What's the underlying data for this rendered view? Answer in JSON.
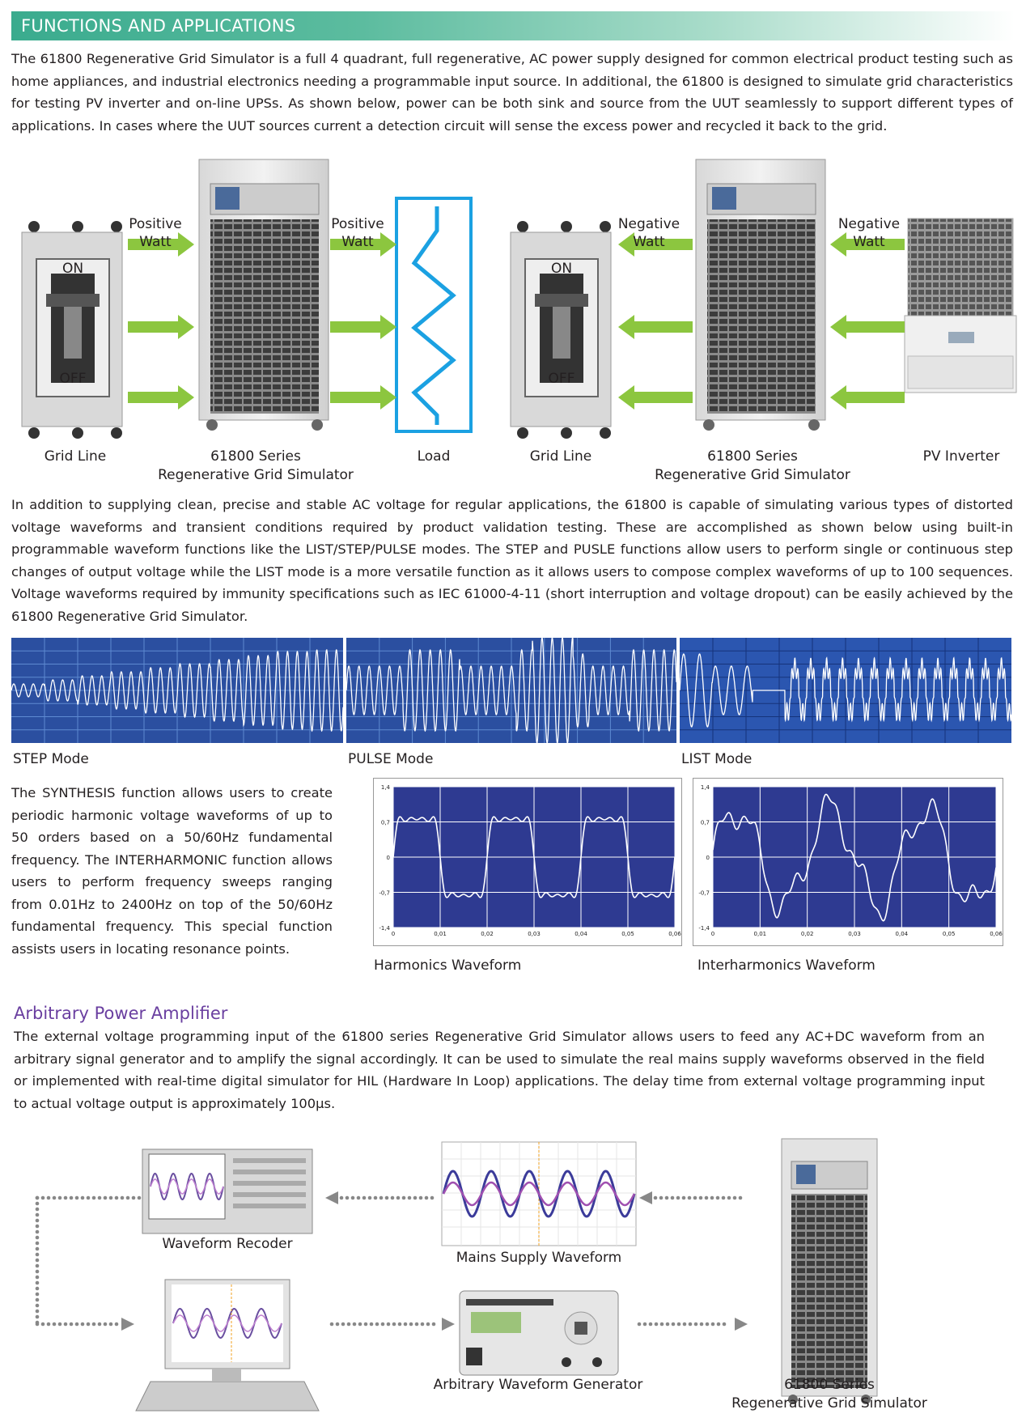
{
  "header": {
    "title": "FUNCTIONS AND APPLICATIONS"
  },
  "intro": {
    "text": "The 61800 Regenerative Grid Simulator is a full 4 quadrant, full regenerative, AC power supply designed for common electrical product testing such as home appliances, and industrial electronics needing a programmable input source.  In additional, the 61800 is designed to simulate grid characteristics for testing PV inverter and on-line UPSs.  As shown below, power can be both sink and source from the UUT seamlessly to support different types of applications.  In cases where the  UUT sources current a detection circuit will sense the excess power and recycled it back to the grid."
  },
  "diagram1": {
    "switch_on": "ON",
    "switch_off": "OFF",
    "pos_watt_1": "Positive\nWatt",
    "pos_watt_2": "Positive\nWatt",
    "neg_watt_1": "Negative\nWatt",
    "neg_watt_2": "Negative\nWatt",
    "cap_grid_1": "Grid Line",
    "cap_sim_1_a": "61800 Series",
    "cap_sim_1_b": "Regenerative Grid Simulator",
    "cap_load": "Load",
    "cap_grid_2": "Grid Line",
    "cap_sim_2_a": "61800 Series",
    "cap_sim_2_b": "Regenerative Grid Simulator",
    "cap_pv": "PV Inverter",
    "colors": {
      "arrow": "#8cc63f",
      "load": "#1ba1e2",
      "switch": "#555555"
    }
  },
  "para2": {
    "text": "In addition to supplying clean, precise and stable AC voltage for regular applications, the 61800 is capable of simulating various types of distorted voltage waveforms and transient conditions required by product validation testing.  These are accomplished as shown below using built-in programmable waveform functions like the LIST/STEP/PULSE modes. The STEP and PUSLE functions allow users to perform single or continuous step changes of output voltage while the LIST mode is a more versatile function as it allows users to compose complex waveforms of up to 100 sequences. Voltage waveforms required by immunity specifications such as IEC 61000-4-11 (short interruption and voltage dropout) can be easily achieved by the 61800 Regenerative Grid Simulator."
  },
  "modes": {
    "step": "STEP Mode",
    "pulse": "PULSE Mode",
    "list": "LIST Mode"
  },
  "synthesis": {
    "text": "The SYNTHESIS function allows users to create periodic harmonic voltage waveforms of up to 50 orders based on a 50/60Hz fundamental frequency. The INTERHARMONIC function allows users to perform frequency sweeps ranging from 0.01Hz to 2400Hz on top of the 50/60Hz fundamental frequency.  This special function  assists users in locating resonance points."
  },
  "chart_data": [
    {
      "type": "line",
      "title": "",
      "caption": "Harmonics Waveform",
      "y_ticks": [
        "1,4",
        "0,7",
        "0",
        "-0,7",
        "-1,4"
      ],
      "x_ticks": [
        "0",
        "0,01",
        "0,02",
        "0,03",
        "0,04",
        "0,05",
        "0,06"
      ],
      "xlim": [
        0,
        0.06
      ],
      "ylim": [
        -1.4,
        1.4
      ],
      "grid": true
    },
    {
      "type": "line",
      "title": "",
      "caption": "Interharmonics Waveform",
      "y_ticks": [
        "1,4",
        "0,7",
        "0",
        "-0,7",
        "-1,4"
      ],
      "x_ticks": [
        "0",
        "0,01",
        "0,02",
        "0,03",
        "0,04",
        "0,05",
        "0,06"
      ],
      "xlim": [
        0,
        0.06
      ],
      "ylim": [
        -1.4,
        1.4
      ],
      "grid": true
    }
  ],
  "apa": {
    "title": "Arbitrary Power Amplifier",
    "text": "The external voltage programming input of the 61800 series Regenerative Grid Simulator allows users to feed any AC+DC waveform from an arbitrary signal generator and to amplify the signal accordingly. It can be used to simulate the real mains supply waveforms observed in the field or implemented with real-time digital simulator for HIL (Hardware In Loop) applications. The delay time from external voltage programming input to actual voltage output is approximately 100μs."
  },
  "diagram2": {
    "cap_recorder": "Waveform Recoder",
    "cap_mains": "Mains Supply Waveform",
    "cap_awg": "Arbitrary Waveform Generator",
    "cap_sim_a": "61800 Series",
    "cap_sim_b": "Regenerative Grid Simulator"
  }
}
